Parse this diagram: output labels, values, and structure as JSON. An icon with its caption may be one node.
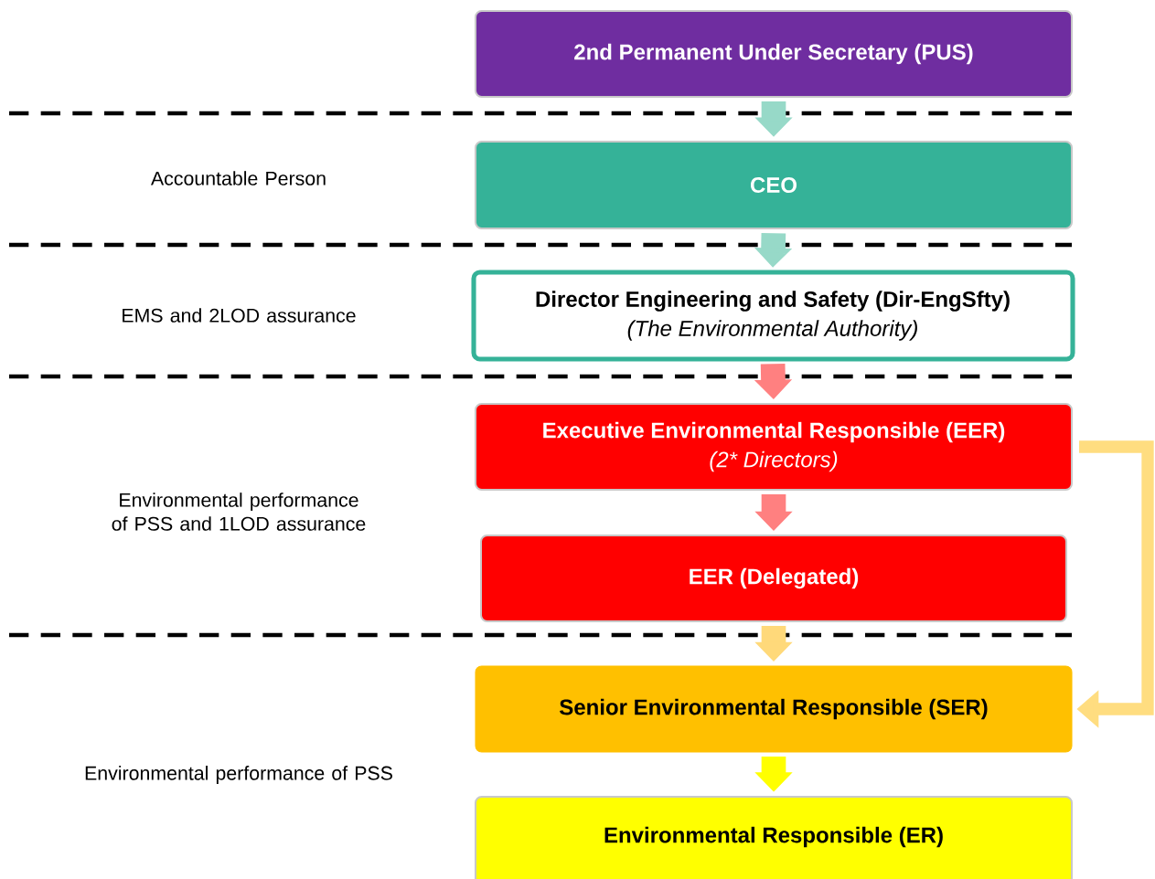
{
  "diagram": {
    "nodes": [
      {
        "text": [
          "2nd Permanent Under Secretary (PUS)"
        ]
      },
      {
        "text": [
          "CEO"
        ]
      },
      {
        "text": [
          "Director Engineering and Safety (Dir-EngSfty)",
          "(The Environmental Authority)"
        ]
      },
      {
        "text": [
          "Executive Environmental Responsible (EER)",
          "(2* Directors)"
        ]
      },
      {
        "text": [
          "EER (Delegated)"
        ]
      },
      {
        "text": [
          "Senior Environmental Responsible (SER)"
        ]
      },
      {
        "text": [
          "Environmental Responsible (ER)"
        ]
      }
    ],
    "edges": [
      {
        "from": 0,
        "to": 1,
        "arrow": "to",
        "color": "#97d9c8"
      },
      {
        "from": 1,
        "to": 2,
        "arrow": "to",
        "color": "#97d9c8"
      },
      {
        "from": 2,
        "to": 3,
        "arrow": "to",
        "color": "#ff8080"
      },
      {
        "from": 3,
        "to": 4,
        "arrow": "to",
        "color": "#ff8080"
      },
      {
        "from": 4,
        "to": 5,
        "arrow": "to",
        "color": "#ffd97a"
      },
      {
        "from": 3,
        "to": 5,
        "arrow": "to",
        "color": "#ffdd80"
      },
      {
        "from": 5,
        "to": 6,
        "arrow": "to",
        "color": "#ffff00"
      }
    ],
    "labels": [
      "Accountable Person",
      "EMS and 2LOD assurance",
      "Environmental performance of PSS and 1LOD assurance",
      "Environmental performance of PSS"
    ]
  }
}
